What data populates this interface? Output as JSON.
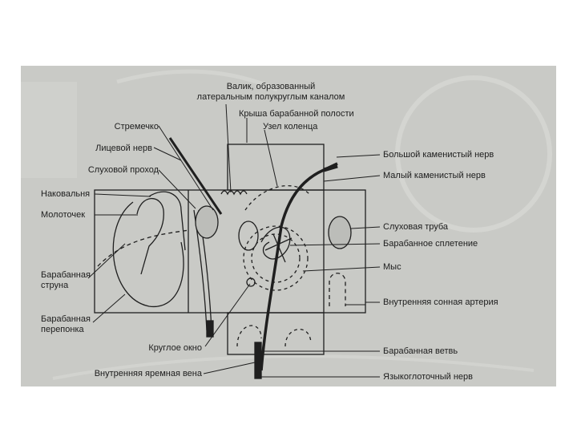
{
  "labels_left": {
    "stirrup": "Стремечко",
    "facial_nerve": "Лицевой нерв",
    "auditory_canal": "Слуховой проход",
    "incus": "Наковальня",
    "malleus": "Молоточек",
    "chorda_tympani_1": "Барабанная",
    "chorda_tympani_2": "струна",
    "tympanic_membrane_1": "Барабанная",
    "tympanic_membrane_2": "перепонка",
    "round_window": "Круглое окно",
    "jugular_vein": "Внутренняя яремная вена"
  },
  "labels_top": {
    "ridge_1": "Валик, образованный",
    "ridge_2": "латеральным полукруглым каналом",
    "roof": "Крыша барабанной полости",
    "geniculate": "Узел коленца"
  },
  "labels_right": {
    "greater_petrosal": "Большой каменистый нерв",
    "lesser_petrosal": "Малый каменистый нерв",
    "eustachian": "Слуховая труба",
    "plexus": "Барабанное сплетение",
    "promontory": "Мыс",
    "carotid": "Внутренняя сонная артерия",
    "tympanic_branch": "Барабанная ветвь",
    "glossopharyngeal": "Языкоглоточный нерв"
  },
  "colors": {
    "photo_bg": "#c9cac6",
    "ink": "#1d1d1d"
  }
}
